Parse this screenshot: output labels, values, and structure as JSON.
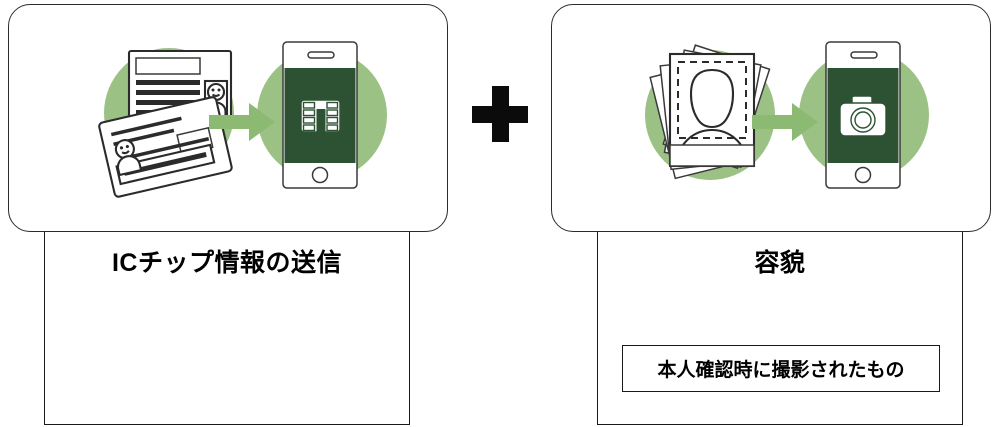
{
  "diagram": {
    "title_visible": false,
    "operator": "+",
    "colors": {
      "light_green": "#9cc184",
      "dark_green": "#2d5233",
      "arrow_green": "#8cba72",
      "outline": "#2b2b2b",
      "text": "#000000",
      "background": "#ffffff"
    },
    "panels": [
      {
        "id": "ic-chip",
        "caption": "ICチップ情報の送信",
        "illustration": {
          "source_icon": "id-cards-icon",
          "arrow_icon": "right-arrow-icon",
          "target_icon": "smartphone-ic-chip-icon"
        },
        "note": null
      },
      {
        "id": "face",
        "caption": "容貌",
        "illustration": {
          "source_icon": "portrait-photos-icon",
          "arrow_icon": "right-arrow-icon",
          "target_icon": "smartphone-camera-icon"
        },
        "note": "本人確認時に撮影されたもの"
      }
    ]
  }
}
